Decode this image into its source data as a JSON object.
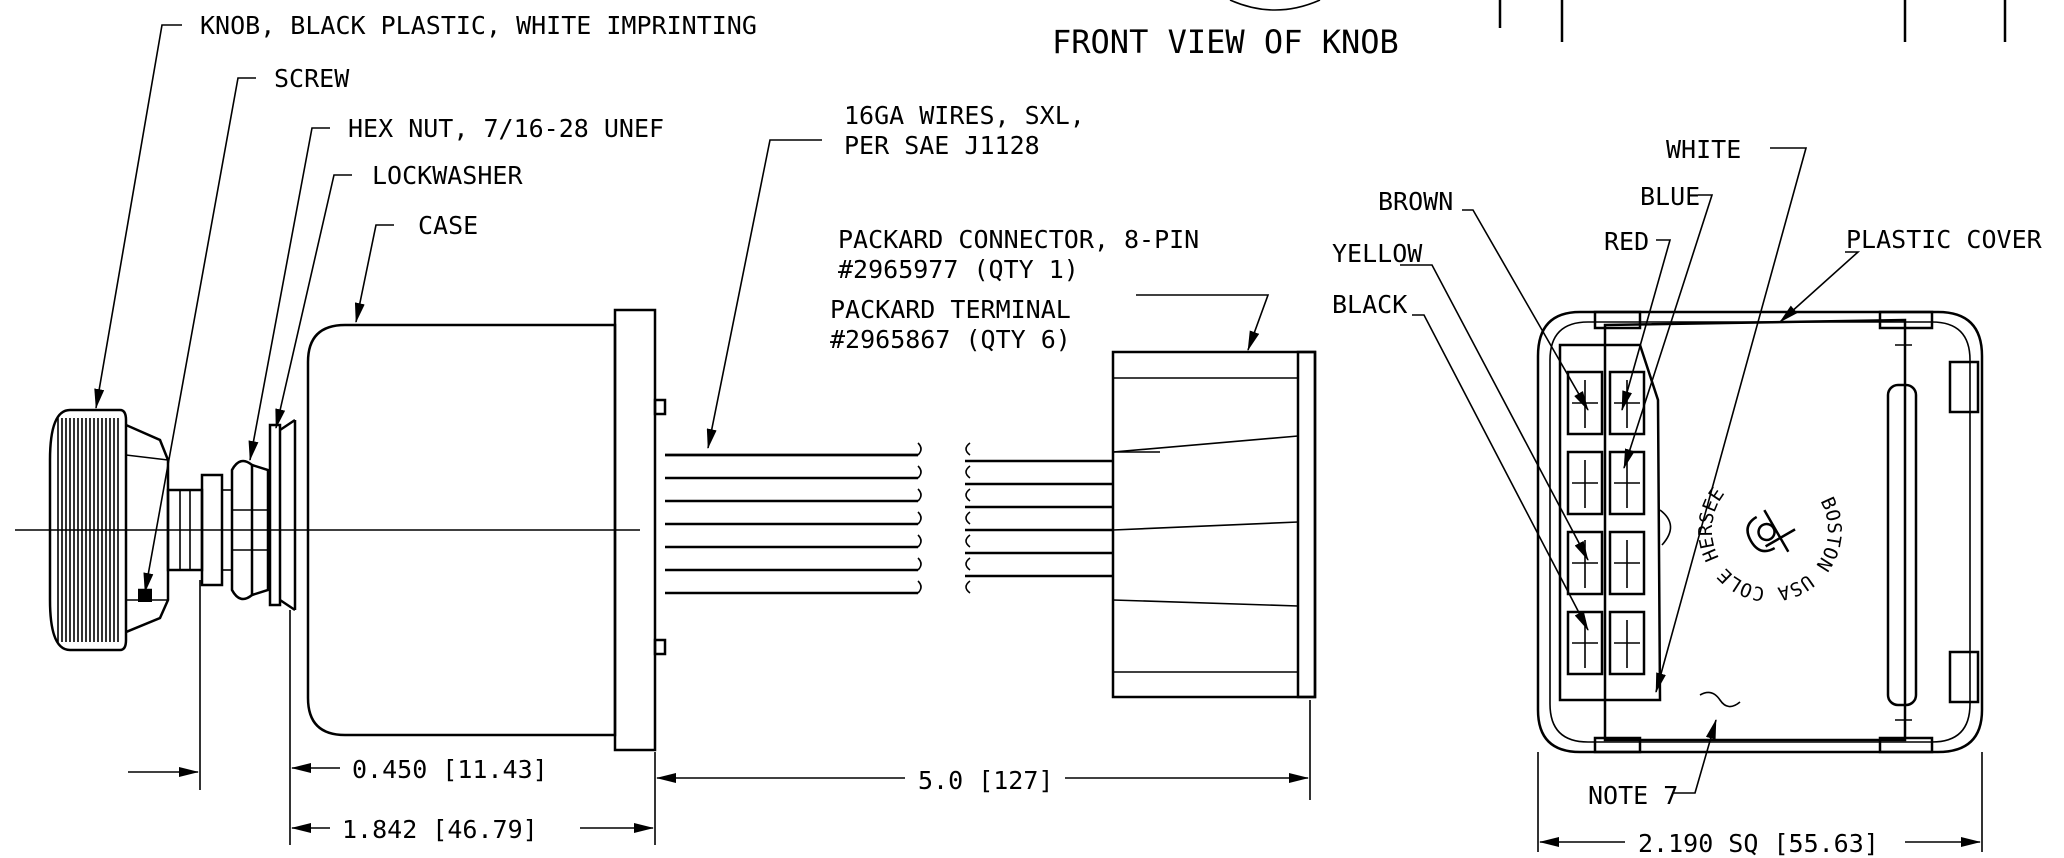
{
  "labels": {
    "knob": "KNOB, BLACK PLASTIC, WHITE IMPRINTING",
    "screw": "SCREW",
    "hex_nut": "HEX NUT, 7/16-28 UNEF",
    "lockwasher": "LOCKWASHER",
    "case": "CASE",
    "wires_line1": "16GA WIRES, SXL,",
    "wires_line2": "PER SAE J1128",
    "connector_line1": "PACKARD CONNECTOR, 8-PIN",
    "connector_line2": "#2965977  (QTY 1)",
    "terminal_line1": "PACKARD TERMINAL",
    "terminal_line2": "#2965867 (QTY 6)",
    "front_view": "FRONT VIEW OF KNOB",
    "white": "WHITE",
    "brown": "BROWN",
    "blue": "BLUE",
    "red": "RED",
    "yellow": "YELLOW",
    "black": "BLACK",
    "plastic_cover": "PLASTIC COVER",
    "note7": "NOTE 7",
    "logo_text": "BOSTON USA COLE HERSEE"
  },
  "dimensions": {
    "d1": "0.450 [11.43]",
    "d2": "1.842 [46.79]",
    "d3": "5.0 [127]",
    "d4": "2.190 SQ [55.63]"
  }
}
